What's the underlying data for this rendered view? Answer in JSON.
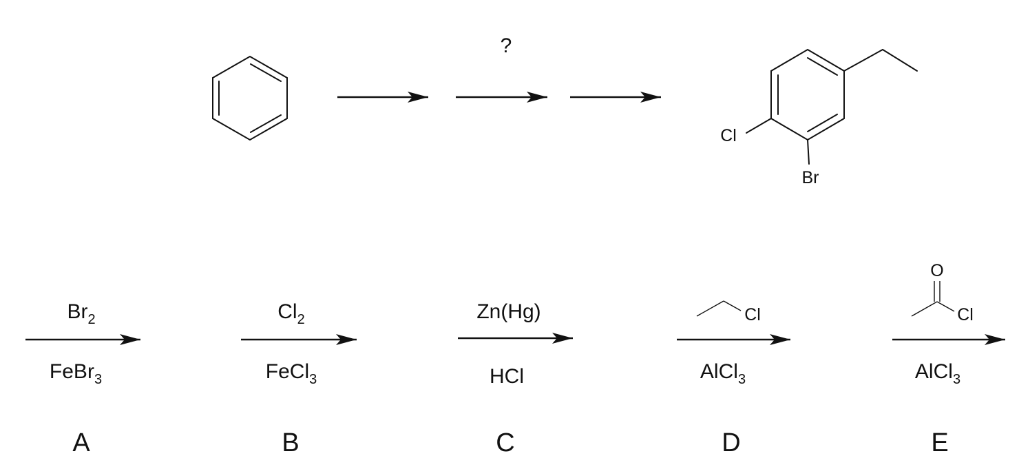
{
  "reaction": {
    "unknown_label": "?",
    "product_atoms": {
      "chlorine": "Cl",
      "bromine": "Br"
    }
  },
  "options": [
    {
      "letter": "A",
      "above": "Br",
      "above_sub": "2",
      "below": "FeBr",
      "below_sub": "3"
    },
    {
      "letter": "B",
      "above": "Cl",
      "above_sub": "2",
      "below": "FeCl",
      "below_sub": "3"
    },
    {
      "letter": "C",
      "above": "Zn(Hg)",
      "above_sub": "",
      "below": "HCl",
      "below_sub": ""
    },
    {
      "letter": "D",
      "above_atom": "Cl",
      "below": "AlCl",
      "below_sub": "3"
    },
    {
      "letter": "E",
      "above_atom": "Cl",
      "above_oxygen": "O",
      "below": "AlCl",
      "below_sub": "3"
    }
  ]
}
